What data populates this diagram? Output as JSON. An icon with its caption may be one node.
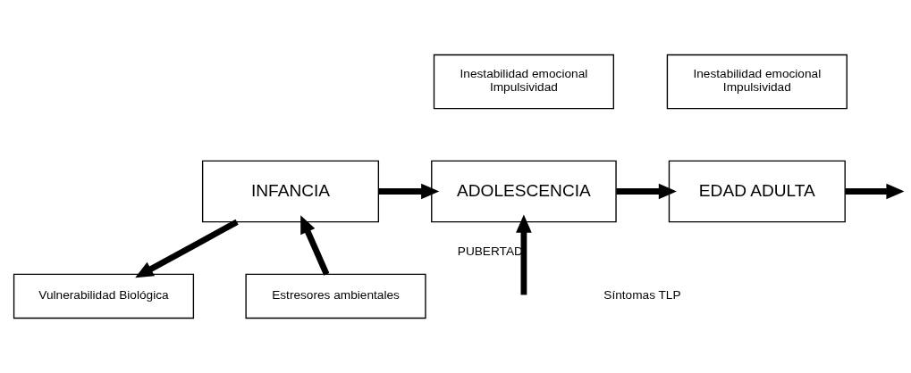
{
  "diagram": {
    "nodes": [
      {
        "text": [
          "Inestabilidad emocional",
          "Impulsividad"
        ]
      },
      {
        "text": [
          "Inestabilidad emocional",
          "Impulsividad"
        ]
      },
      {
        "text": [
          "INFANCIA"
        ]
      },
      {
        "text": [
          "ADOLESCENCIA"
        ]
      },
      {
        "text": [
          "EDAD ADULTA"
        ]
      },
      {
        "text": [
          "Vulnerabilidad Biológica"
        ]
      },
      {
        "text": [
          "Estresores ambientales"
        ]
      }
    ],
    "edges": [
      {
        "from": 2,
        "to": 3,
        "arrow": "to"
      },
      {
        "from": 3,
        "to": 4,
        "arrow": "to"
      },
      {
        "from": 4,
        "to": null,
        "arrow": "to"
      },
      {
        "from": 2,
        "to": 5,
        "arrow": "to"
      },
      {
        "from": 6,
        "to": 2,
        "arrow": "to"
      },
      {
        "from": null,
        "to": 3,
        "arrow": "to",
        "label": "PUBERTAD"
      }
    ],
    "labels": [
      "Síntomas TLP"
    ]
  }
}
